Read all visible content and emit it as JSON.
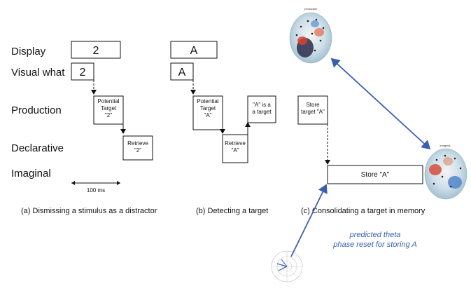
{
  "rows": {
    "display": "Display",
    "visual_what": "Visual what",
    "production": "Production",
    "declarative": "Declarative",
    "imaginal": "Imaginal"
  },
  "panel_a": {
    "display_value": "2",
    "visual_value": "2",
    "production_box": [
      "Potential",
      "Target",
      "\"2\""
    ],
    "declarative_box": [
      "Retrieve",
      "\"2\""
    ],
    "caption": "(a) Dismissing a stimulus as a distractor"
  },
  "panel_b": {
    "display_value": "A",
    "visual_value": "A",
    "production_box": [
      "Potential",
      "Target",
      "\"A\""
    ],
    "declarative_box": [
      "Retrieve",
      "\"A\""
    ],
    "production_box2": [
      "\"A\" is a",
      "a target"
    ],
    "caption": "(b) Detecting a target"
  },
  "panel_c": {
    "production_box": [
      "Store",
      "target \"A\""
    ],
    "imaginal_box": "Store \"A\"",
    "caption": "(c) Consolidating a target in memory"
  },
  "scale_label": "100 ms",
  "annotation": [
    "predicted theta",
    "phase reset for storing A"
  ],
  "brain_labels": {
    "top": "production",
    "right": "imaginal"
  },
  "colors": {
    "arrow_blue": "#3b5fb0",
    "box_border": "#111111"
  }
}
